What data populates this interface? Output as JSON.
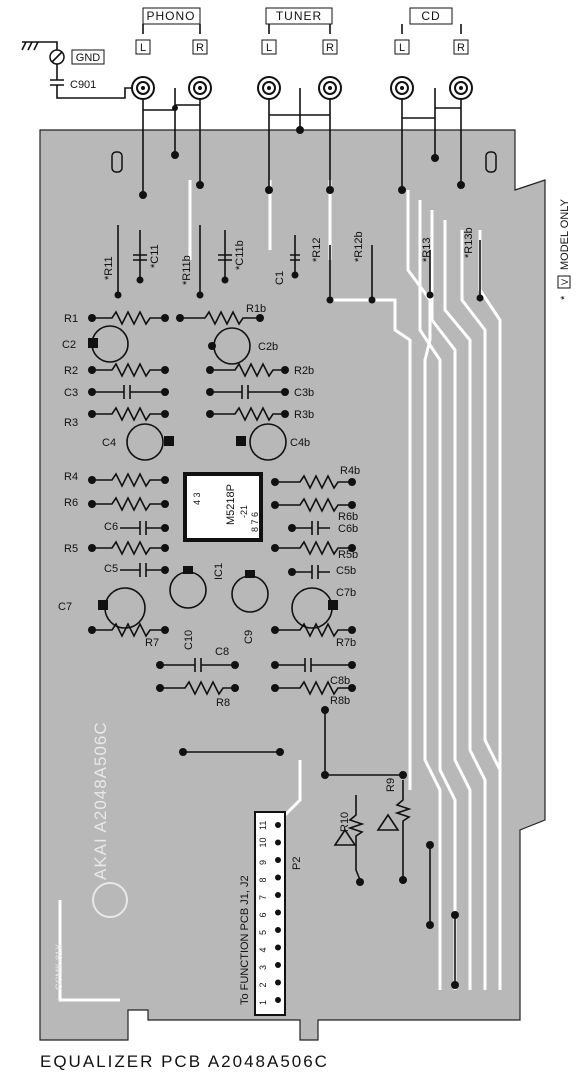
{
  "inputs": [
    {
      "group": "PHONO",
      "left": "L",
      "right": "R"
    },
    {
      "group": "TUNER",
      "left": "L",
      "right": "R"
    },
    {
      "group": "CD",
      "left": "L",
      "right": "R"
    }
  ],
  "ground": {
    "gnd": "GND",
    "cap": "C901"
  },
  "note": {
    "star": "*",
    "v": "V",
    "text": "MODEL ONLY"
  },
  "components": {
    "R11": "*R11",
    "C11": "*C11",
    "R11b": "*R11b",
    "C11b": "*C11b",
    "C1": "C1",
    "R12": "*R12",
    "R12b": "*R12b",
    "R13": "*R13",
    "R13b": "*R13b",
    "R1": "R1",
    "R1b": "R1b",
    "C2": "C2",
    "C2b": "C2b",
    "R2": "R2",
    "R2b": "R2b",
    "C3": "C3",
    "C3b": "C3b",
    "R3": "R3",
    "R3b": "R3b",
    "C4": "C4",
    "C4b": "C4b",
    "R4": "R4",
    "R4b": "R4b",
    "R6": "R6",
    "R6b": "R6b",
    "C6": "C6",
    "C6b": "C6b",
    "R5": "R5",
    "R5b": "R5b",
    "C5": "C5",
    "C5b": "C5b",
    "IC1": "IC1",
    "C7": "C7",
    "C7b": "C7b",
    "R7": "R7",
    "R7b": "R7b",
    "C10": "C10",
    "C9": "C9",
    "C8": "C8",
    "C8b": "C8b",
    "R8": "R8",
    "R8b": "R8b",
    "R10": "R10",
    "R9": "R9",
    "P2": "P2"
  },
  "ic": {
    "part": "M5218P",
    "suffix": "-21",
    "pins_top": "4 3",
    "pins_bottom": "8 7 6"
  },
  "board": {
    "silk": "AKAI A2048A506C",
    "code": "GCMK-81X"
  },
  "connector": {
    "label": "To FUNCTION PCB J1, J2",
    "pins": [
      "1",
      "2",
      "3",
      "4",
      "5",
      "6",
      "7",
      "8",
      "9",
      "10",
      "11"
    ]
  },
  "caption": "EQUALIZER PCB A2048A506C"
}
